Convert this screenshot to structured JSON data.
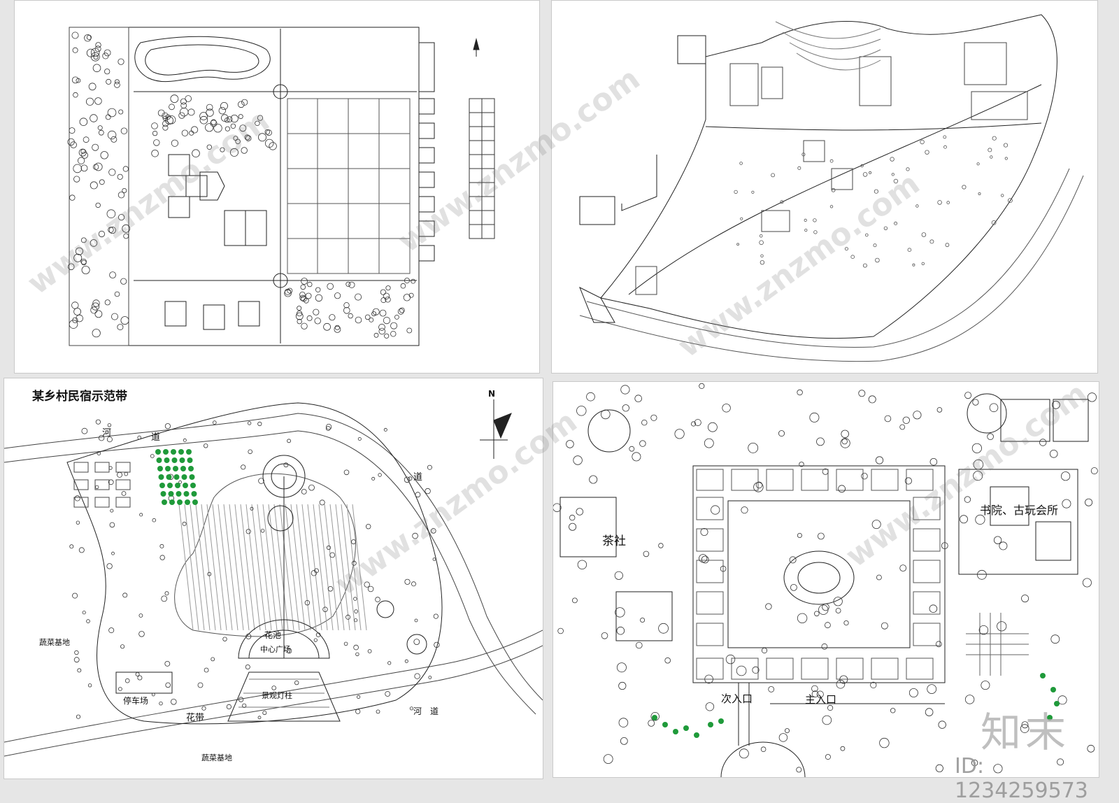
{
  "panel_c": {
    "title": "某乡村民宿示范带",
    "north": "N",
    "river_top_1": "河",
    "river_top_2": "道",
    "river_top_3": "道",
    "river_bottom": "河　道",
    "veg_left": "蔬菜基地",
    "veg_bottom": "蔬菜基地",
    "parking": "停车场",
    "flower_bed": "花带",
    "flower_pool": "花池",
    "center_square": "中心广场",
    "lamp_column": "景观灯柱"
  },
  "panel_d": {
    "teahouse": "茶社",
    "academy": "书院、古玩会所",
    "main_entrance": "主入口",
    "side_entrance": "次入口"
  },
  "watermark": {
    "text": "www.znzmo.com",
    "logo": "知末",
    "id": "ID: 1234259573"
  },
  "colors": {
    "line": "#222222",
    "tree_green": "#1f9a3a",
    "background": "#e6e6e6"
  }
}
